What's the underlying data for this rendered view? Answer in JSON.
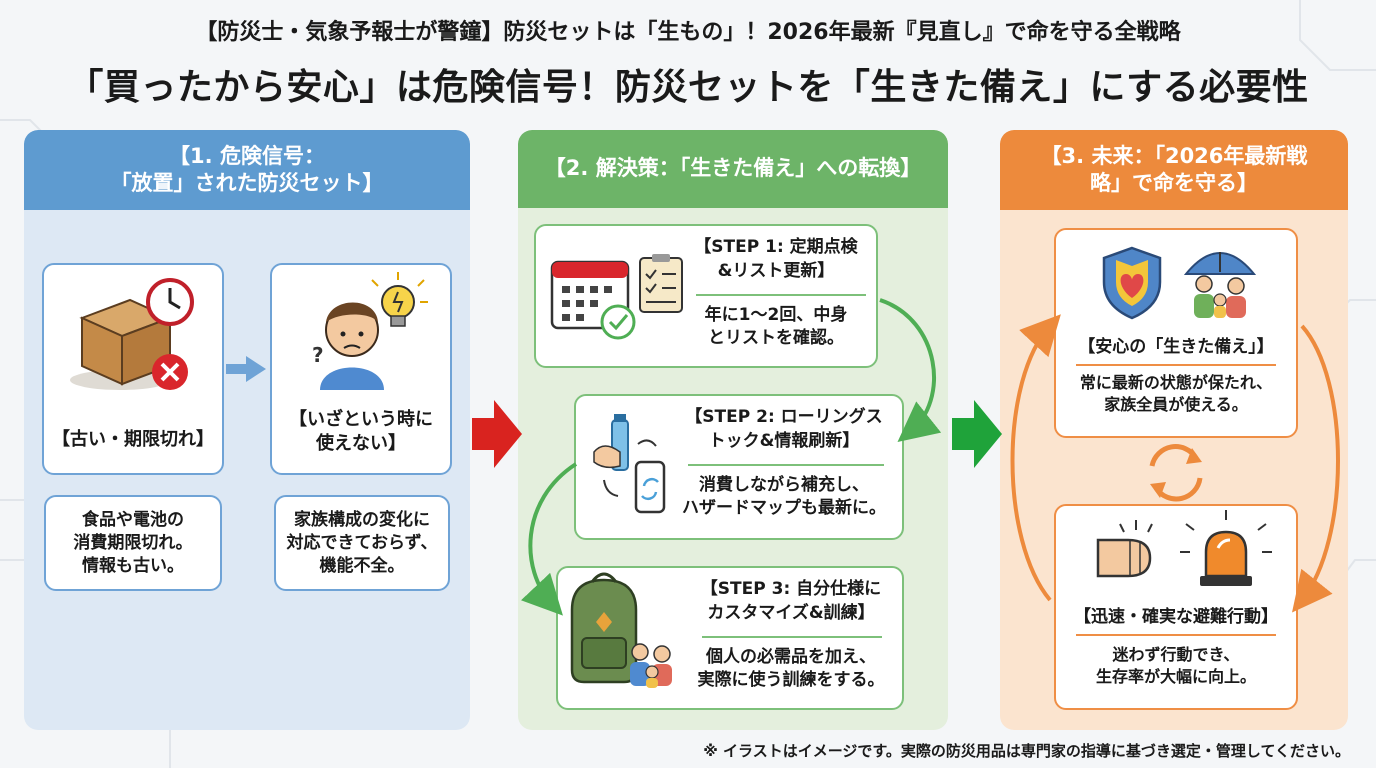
{
  "header": {
    "subtitle": "【防災士・気象予報士が警鐘】防災セットは「生もの」！2026年最新『見直し』で命を守る全戦略",
    "title": "「買ったから安心」は危険信号！防災セットを「生きた備え」にする必要性"
  },
  "panel1": {
    "heading_line1": "【1. 危険信号：",
    "heading_line2": "「放置」された防災セット】",
    "card1_label": "【古い・期限切れ】",
    "card2_label_line1": "【いざという時に",
    "card2_label_line2": "使えない】",
    "note1": [
      "食品や電池の",
      "消費期限切れ。",
      "情報も古い。"
    ],
    "note2": [
      "家族構成の変化に",
      "対応できておらず、",
      "機能不全。"
    ]
  },
  "panel2": {
    "heading": "【2. 解決策：「生きた備え」への転換】",
    "step1": {
      "title_line1": "【STEP 1: 定期点検",
      "title_line2": "&リスト更新】",
      "desc_line1": "年に1〜2回、中身",
      "desc_line2": "とリストを確認。"
    },
    "step2": {
      "title_line1": "【STEP 2: ローリングス",
      "title_line2": "トック&情報刷新】",
      "desc_line1": "消費しながら補充し、",
      "desc_line2": "ハザードマップも最新に。"
    },
    "step3": {
      "title_line1": "【STEP 3: 自分仕様に",
      "title_line2": "カスタマイズ&訓練】",
      "desc_line1": "個人の必需品を加え、",
      "desc_line2": "実際に使う訓練をする。"
    }
  },
  "panel3": {
    "heading_line1": "【3. 未来：「2026年最新戦",
    "heading_line2": "略」で命を守る】",
    "card1": {
      "title": "【安心の「生きた備え」】",
      "desc_line1": "常に最新の状態が保たれ、",
      "desc_line2": "家族全員が使える。"
    },
    "card2": {
      "title": "【迅速・確実な避難行動】",
      "desc_line1": "迷わず行動でき、",
      "desc_line2": "生存率が大幅に向上。"
    }
  },
  "footer": "※ イラストはイメージです。実際の防災用品は専門家の指導に基づき選定・管理してください。",
  "colors": {
    "blue": "#5e9bd0",
    "green": "#6db468",
    "orange": "#ed8a3c",
    "red_arrow": "#d9231f",
    "green_arrow": "#1fa33a"
  },
  "icons": [
    "cardboard-box-icon",
    "clock-icon",
    "x-mark-icon",
    "confused-person-icon",
    "lightbulb-icon",
    "calendar-icon",
    "checklist-icon",
    "check-circle-icon",
    "water-bottle-icon",
    "smartphone-refresh-icon",
    "backpack-icon",
    "family-icon",
    "heart-shield-icon",
    "umbrella-family-icon",
    "fist-icon",
    "siren-icon",
    "cycle-arrows-icon"
  ]
}
